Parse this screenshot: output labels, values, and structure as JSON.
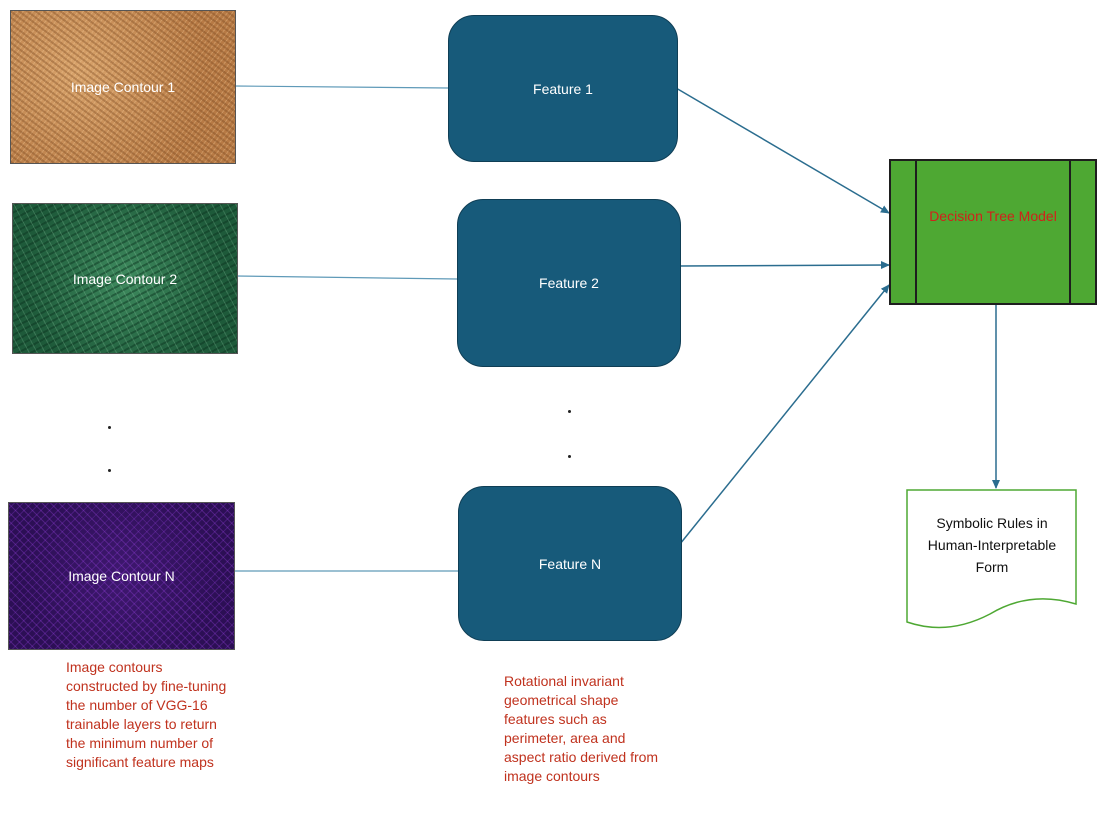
{
  "contours": {
    "contour_1": {
      "label": "Image Contour 1"
    },
    "contour_2": {
      "label": "Image Contour 2"
    },
    "contour_n": {
      "label": "Image Contour N"
    }
  },
  "features": {
    "feature_1": {
      "label": "Feature 1"
    },
    "feature_2": {
      "label": "Feature 2"
    },
    "feature_n": {
      "label": "Feature N"
    }
  },
  "model": {
    "label": "Decision Tree Model"
  },
  "output": {
    "label": "Symbolic Rules in Human-Interpretable Form"
  },
  "captions": {
    "contours": "Image contours constructed by fine-tuning the number of VGG-16 trainable layers to return the minimum number of significant feature maps",
    "features": "Rotational invariant geometrical shape features such as perimeter, area and aspect ratio derived from image contours"
  },
  "colors": {
    "feature_fill": "#175a7a",
    "model_fill": "#4ea833",
    "model_text": "#d0221b",
    "caption_text": "#c0321e",
    "connector": "#2b6d8f",
    "document_outline": "#4ea833"
  }
}
